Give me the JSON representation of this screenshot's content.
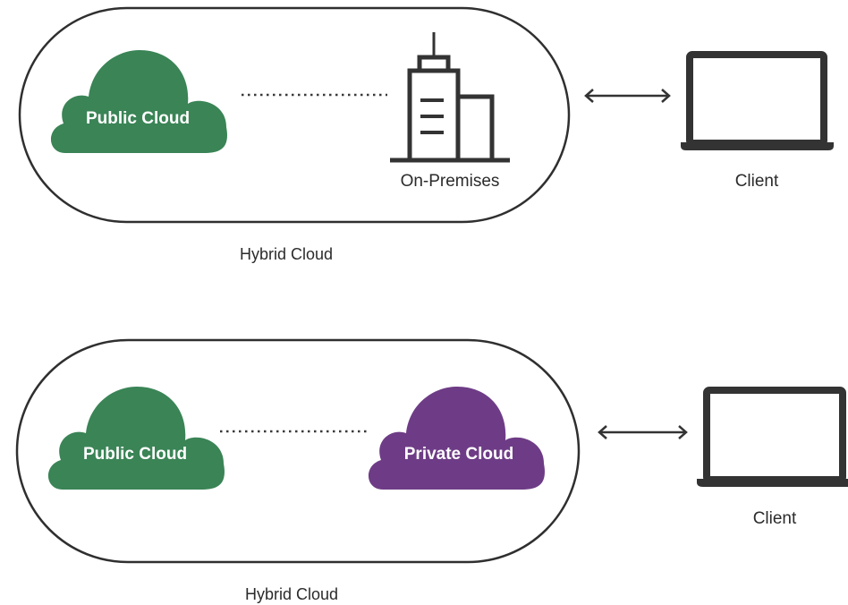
{
  "colors": {
    "public_cloud": "#3a8456",
    "private_cloud": "#6e3c86",
    "outline": "#2f2f2f",
    "icon": "#333333",
    "background": "#ffffff"
  },
  "top_diagram": {
    "public_cloud_label": "Public Cloud",
    "on_premises_label": "On-Premises",
    "client_label": "Client",
    "group_label": "Hybrid Cloud"
  },
  "bottom_diagram": {
    "public_cloud_label": "Public Cloud",
    "private_cloud_label": "Private Cloud",
    "client_label": "Client",
    "group_label": "Hybrid Cloud"
  },
  "icons": [
    "cloud-icon",
    "office-building-icon",
    "laptop-icon",
    "double-arrow-icon",
    "dotted-connector"
  ]
}
